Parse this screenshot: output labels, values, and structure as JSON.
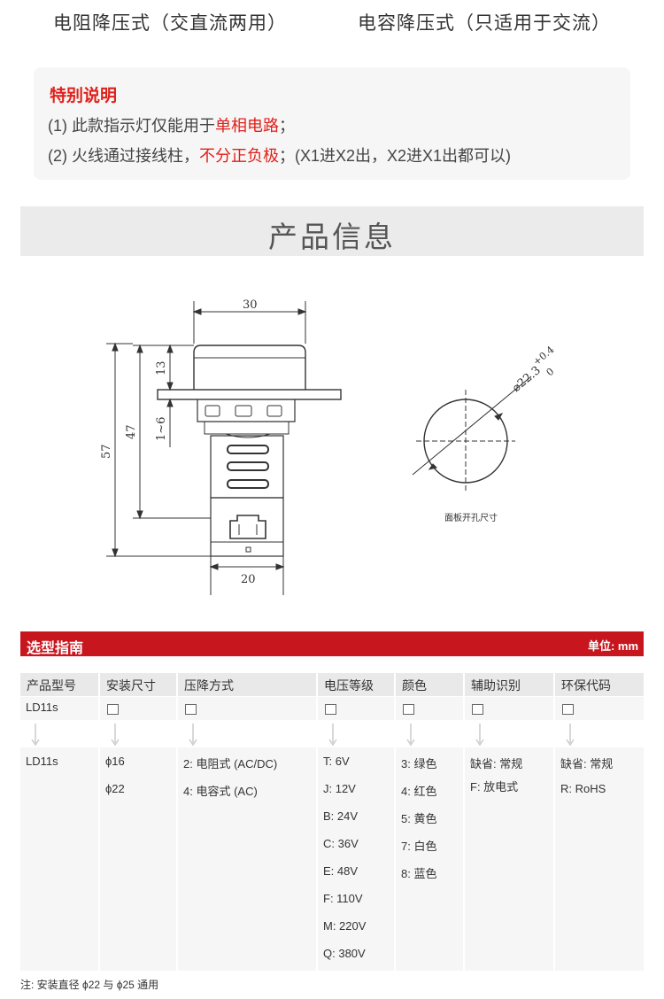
{
  "top": {
    "left": "电阻降压式（交直流两用）",
    "right": "电容降压式（只适用于交流）"
  },
  "notice": {
    "title": "特别说明",
    "line1_a": "(1) 此款指示灯仅能用于",
    "line1_red": "单相电路",
    "line1_b": "；",
    "line2_a": "(2) 火线通过接线柱，",
    "line2_red": "不分正负极",
    "line2_b": "；(X1进X2出，X2进X1出都可以)"
  },
  "banner": {
    "title": "产品信息"
  },
  "drawing": {
    "dim_width": "30",
    "dim_bottom": "20",
    "dim_13": "13",
    "dim_1_6": "1~6",
    "dim_47": "47",
    "dim_57": "57",
    "hole_dia": "⌀22.3",
    "tol_plus": "+0.4",
    "tol_zero": "0",
    "hole_caption": "面板开孔尺寸"
  },
  "selection": {
    "title": "选型指南",
    "unit": "单位: mm",
    "columns": [
      {
        "header": "产品型号",
        "code": "LD11s",
        "checkbox": false,
        "items": [
          "LD11s"
        ]
      },
      {
        "header": "安装尺寸",
        "checkbox": true,
        "items": [
          "ϕ16",
          "ϕ22"
        ]
      },
      {
        "header": "压降方式",
        "checkbox": true,
        "items": [
          "2: 电阻式 (AC/DC)",
          "4: 电容式 (AC)"
        ]
      },
      {
        "header": "电压等级",
        "checkbox": true,
        "items": [
          "T: 6V",
          "J: 12V",
          "B: 24V",
          "C: 36V",
          "E: 48V",
          "F: 110V",
          "M: 220V",
          "Q: 380V"
        ]
      },
      {
        "header": "颜色",
        "checkbox": true,
        "items": [
          "3: 绿色",
          "4: 红色",
          "5: 黄色",
          "7: 白色",
          "8: 蓝色"
        ]
      },
      {
        "header": "辅助识别",
        "checkbox": true,
        "items": [
          "缺省: 常规",
          "F: 放电式"
        ]
      },
      {
        "header": "环保代码",
        "checkbox": true,
        "items": [
          "缺省: 常规",
          "R: RoHS"
        ]
      }
    ],
    "note": "注: 安装直径 ϕ22 与 ϕ25 通用"
  },
  "colors": {
    "accent_red": "#e0201a",
    "header_red": "#c8161e",
    "banner_gray": "#ebebeb"
  }
}
